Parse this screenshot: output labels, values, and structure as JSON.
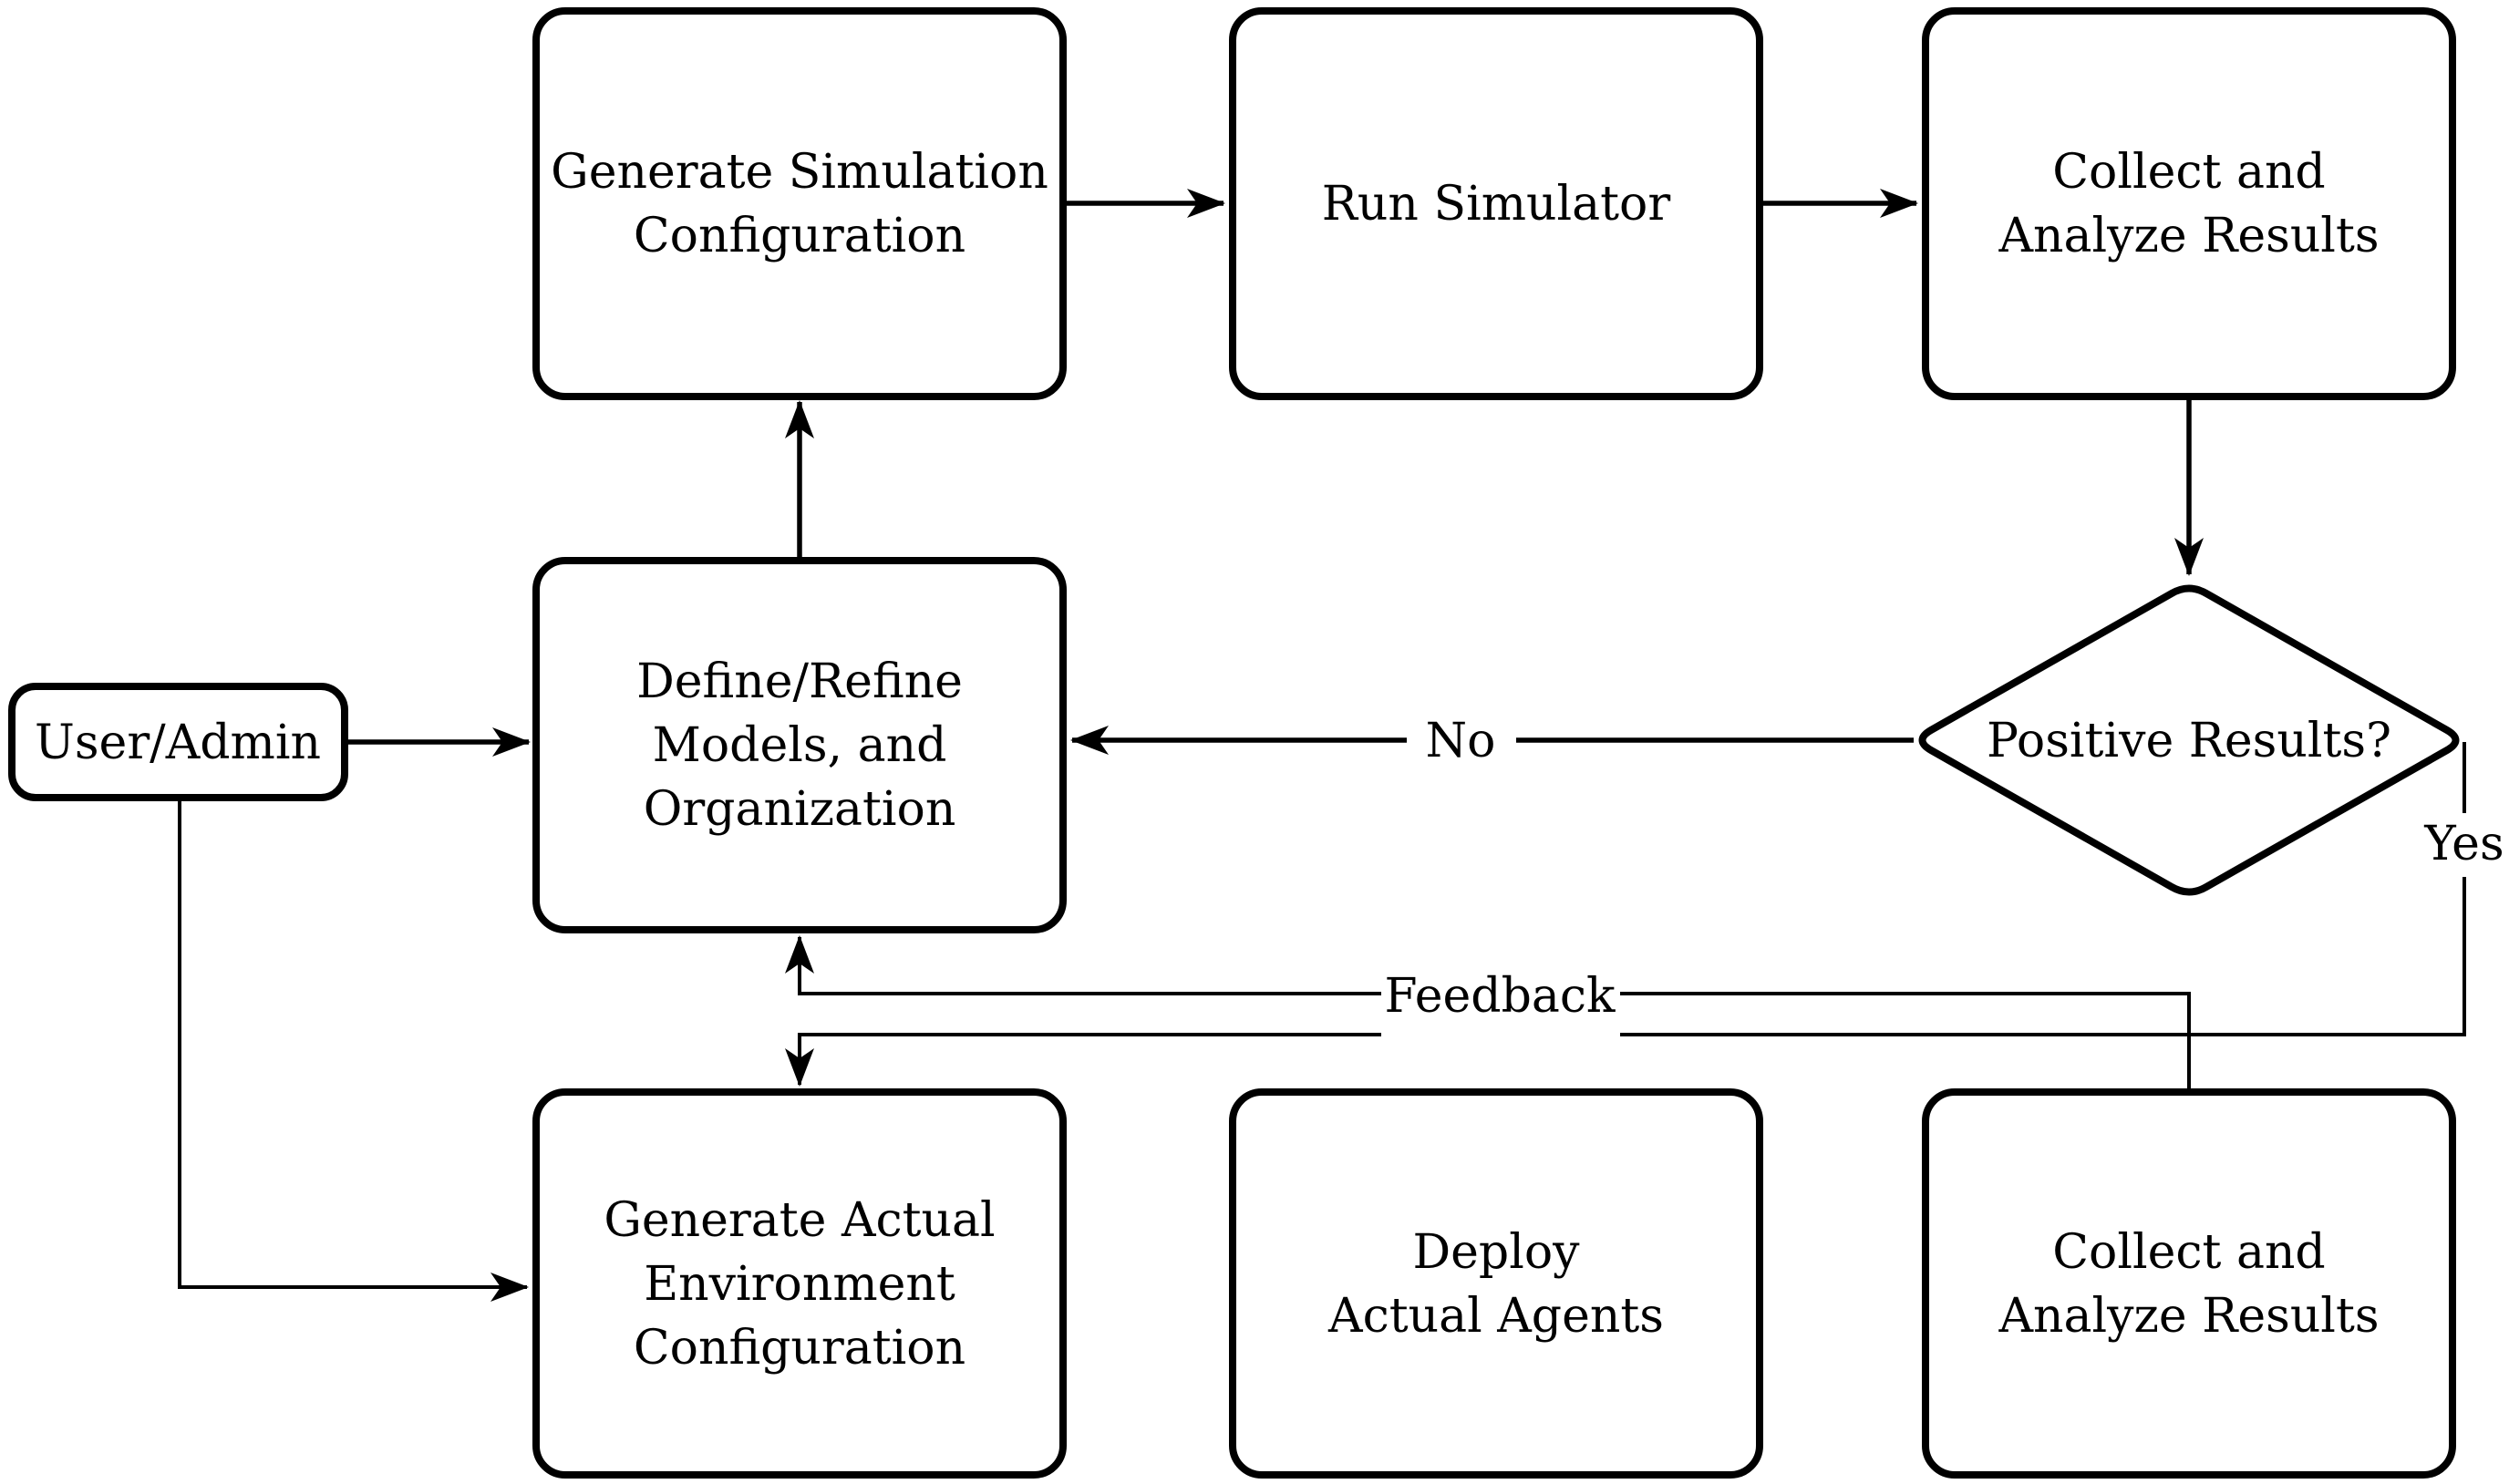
{
  "diagram": {
    "type": "flowchart",
    "background_color": "#ffffff",
    "stroke_color": "#000000",
    "nodes": [
      {
        "id": "generate-simulation-configuration",
        "shape": "rounded-rect",
        "lines": [
          "Generate Simulation",
          "Configuration"
        ]
      },
      {
        "id": "run-simulator",
        "shape": "rounded-rect",
        "lines": [
          "Run Simulator"
        ]
      },
      {
        "id": "collect-analyze-results-simulation",
        "shape": "rounded-rect",
        "lines": [
          "Collect and",
          "Analyze Results"
        ]
      },
      {
        "id": "user-admin",
        "shape": "rounded-rect",
        "lines": [
          "User/Admin"
        ]
      },
      {
        "id": "define-refine-models-organization",
        "shape": "rounded-rect",
        "lines": [
          "Define/Refine",
          "Models, and",
          "Organization"
        ]
      },
      {
        "id": "positive-results-decision",
        "shape": "diamond",
        "lines": [
          "Positive Results?"
        ]
      },
      {
        "id": "generate-actual-environment-configuration",
        "shape": "rounded-rect",
        "lines": [
          "Generate Actual",
          "Environment",
          "Configuration"
        ]
      },
      {
        "id": "deploy-actual-agents",
        "shape": "rounded-rect",
        "lines": [
          "Deploy",
          "Actual Agents"
        ]
      },
      {
        "id": "collect-analyze-results-actual",
        "shape": "rounded-rect",
        "lines": [
          "Collect and",
          "Analyze Results"
        ]
      }
    ],
    "edges": [
      {
        "from": "generate-simulation-configuration",
        "to": "run-simulator",
        "label": ""
      },
      {
        "from": "run-simulator",
        "to": "collect-analyze-results-simulation",
        "label": ""
      },
      {
        "from": "collect-analyze-results-simulation",
        "to": "positive-results-decision",
        "label": ""
      },
      {
        "from": "positive-results-decision",
        "to": "define-refine-models-organization",
        "label": "No"
      },
      {
        "from": "positive-results-decision",
        "to": "generate-actual-environment-configuration",
        "label": "Yes"
      },
      {
        "from": "user-admin",
        "to": "define-refine-models-organization",
        "label": ""
      },
      {
        "from": "user-admin",
        "to": "generate-actual-environment-configuration",
        "label": ""
      },
      {
        "from": "define-refine-models-organization",
        "to": "generate-simulation-configuration",
        "label": ""
      },
      {
        "from": "collect-analyze-results-actual",
        "to": "define-refine-models-organization",
        "label": "Feedback"
      },
      {
        "from": "generate-actual-environment-configuration",
        "to": "deploy-actual-agents",
        "label": ""
      },
      {
        "from": "deploy-actual-agents",
        "to": "collect-analyze-results-actual",
        "label": ""
      }
    ],
    "edge_labels": {
      "no": "No",
      "yes": "Yes",
      "feedback": "Feedback"
    }
  }
}
